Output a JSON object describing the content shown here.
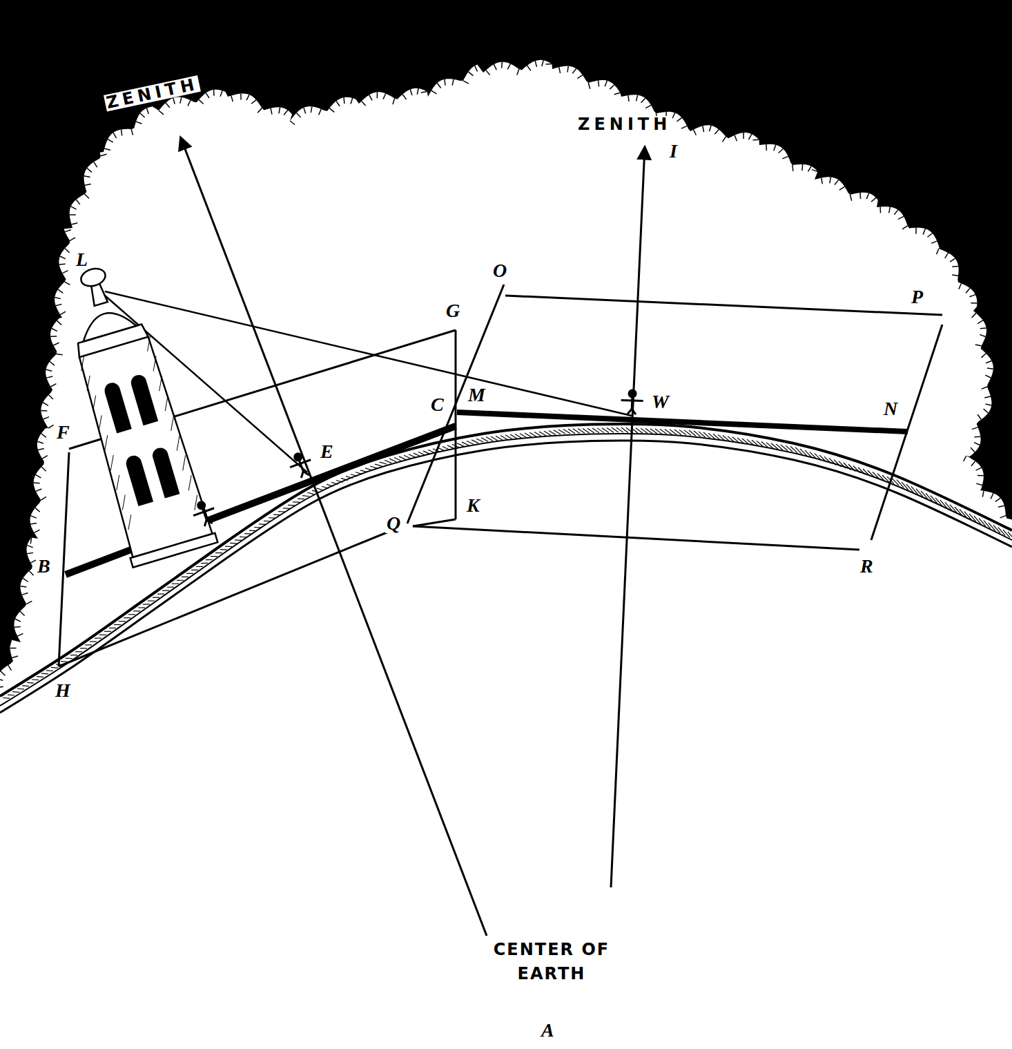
{
  "diagram": {
    "labels": [
      "ZENITH",
      "ZENITH",
      "I",
      "L",
      "G",
      "O",
      "P",
      "M",
      "C",
      "W",
      "N",
      "E",
      "F",
      "B",
      "K",
      "H",
      "R",
      "Q",
      "CENTER OF EARTH",
      "A"
    ]
  }
}
